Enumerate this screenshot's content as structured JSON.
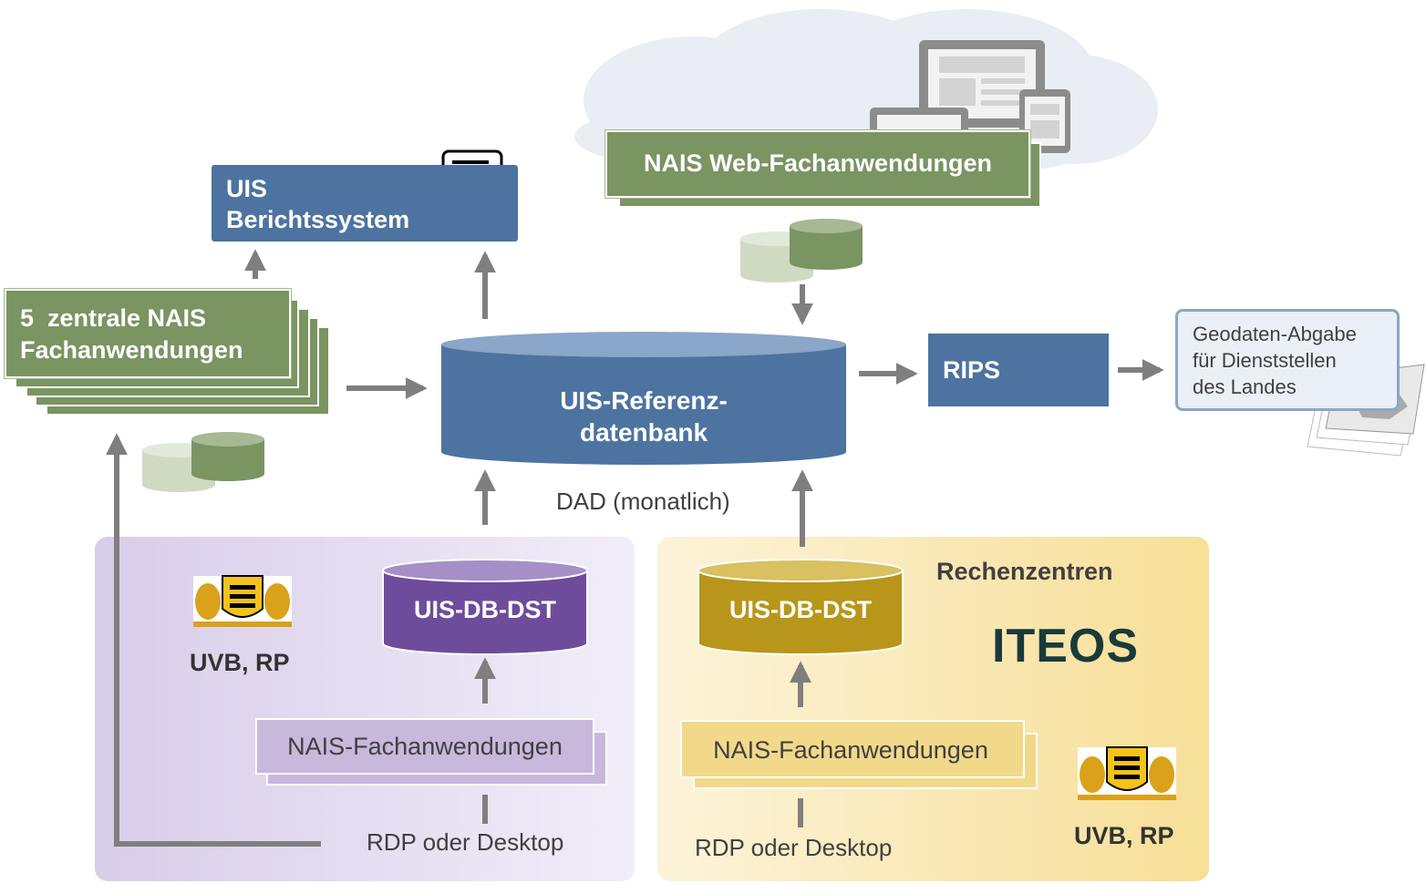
{
  "nodes": {
    "berichtssystem": "UIS\nBerichtssystem",
    "web_fachanwendungen": "NAIS Web-Fachanwendungen",
    "zentrale_nais": "5  zentrale NAIS\nFachanwendungen",
    "referenzdatenbank": "UIS-Referenz-\ndatenbank",
    "rips": "RIPS",
    "geodaten": "Geodaten-Abgabe\nfür Dienststellen\ndes Landes",
    "dad": "DAD (monatlich)"
  },
  "left_panel": {
    "db": "UIS-DB-DST",
    "org": "UVB, RP",
    "apps": "NAIS-Fachanwendungen",
    "access": "RDP oder Desktop"
  },
  "right_panel": {
    "title": "Rechenzentren",
    "logo": "ITEOS",
    "db": "UIS-DB-DST",
    "org": "UVB, RP",
    "apps": "NAIS-Fachanwendungen",
    "access": "RDP oder Desktop"
  },
  "colors": {
    "green": "#7a9462",
    "blue": "#4d73a0",
    "purple_db": "#6e4c9c",
    "gold_db": "#b8961a",
    "arrow": "#7f7f7f"
  }
}
